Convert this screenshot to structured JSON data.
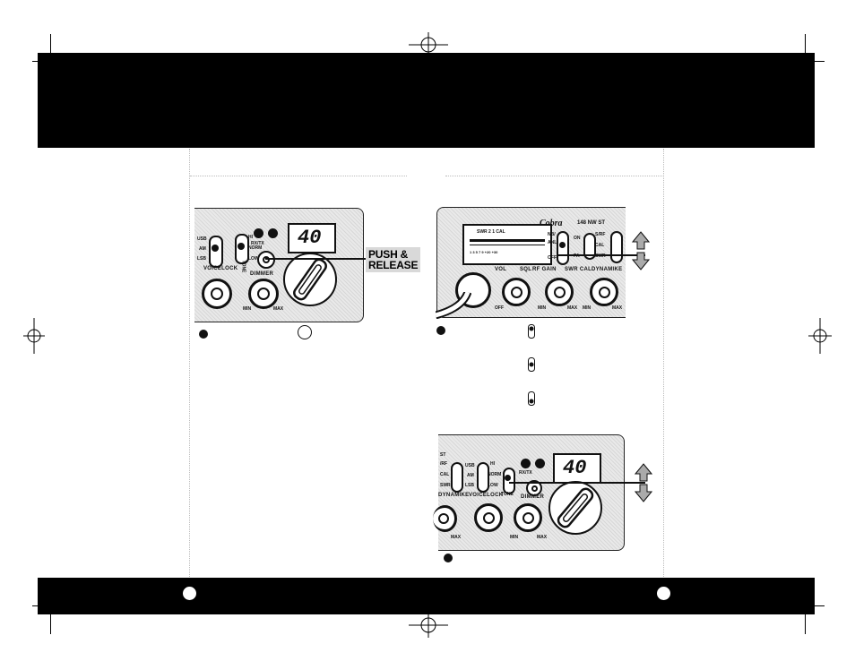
{
  "left_panel": {
    "lcd": "40",
    "usb": "USB",
    "am": "AM",
    "lsb": "LSB",
    "hi": "HI",
    "norm": "NORM",
    "low": "LOW",
    "tone": "TONE",
    "rxtx": "RX/TX",
    "voicelock": "VOICELOCK",
    "dimmer": "DIMMER",
    "min": "MIN",
    "max": "MAX",
    "callout_line1": "PUSH &",
    "callout_line2": "RELEASE"
  },
  "right_top_panel": {
    "brand": "Cobra",
    "model": "148 NW ST",
    "nb": "NB/",
    "anl": "ANL",
    "off": "OFF",
    "on": "ON",
    "pa": "PA",
    "swr_top": "S/RF",
    "cal": "CAL",
    "swr": "SWR",
    "vol": "VOL",
    "sql": "SQL",
    "rfgain": "RF GAIN",
    "swrcal": "SWR CAL",
    "dynamike": "DYNAMIKE",
    "off_knob": "OFF",
    "min": "MIN",
    "max": "MAX",
    "meter_scale": "SWR 2 1 CAL",
    "meter_scale2": "1 3 5 7 9 +20 +30"
  },
  "right_bottom_panel": {
    "lcd": "40",
    "hi": "HI",
    "norm": "NORM",
    "low": "LOW",
    "tone": "TONE",
    "usb": "USB",
    "am": "AM",
    "lsb": "LSB",
    "rxtx": "RX/TX",
    "voicelock": "VOICELOCK",
    "dimmer": "DIMMER",
    "dynamike": "DYNAMIKE",
    "min": "MIN",
    "max": "MAX",
    "st": "ST",
    "rf": "/RF",
    "cal": "CAL",
    "swr": "SWR"
  }
}
